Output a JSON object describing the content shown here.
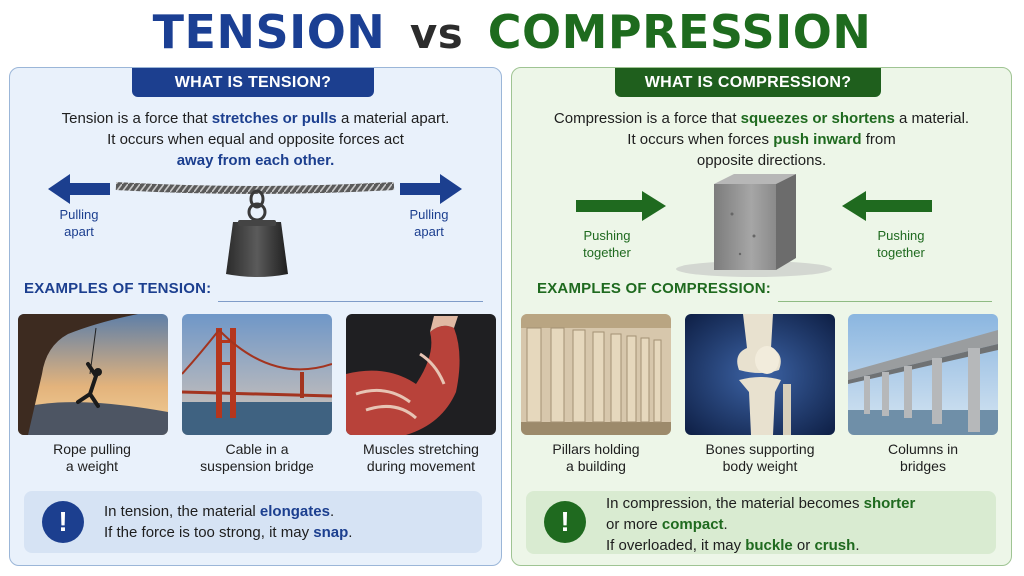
{
  "title": {
    "tension": "TENSION",
    "vs": "vs",
    "compression": "COMPRESSION"
  },
  "colors": {
    "tension_primary": "#1c3f8f",
    "compression_primary": "#1f6a1f"
  },
  "tension": {
    "header": "WHAT IS TENSION?",
    "def_a": "Tension is a force that ",
    "def_b": "stretches or pulls",
    "def_c": " a material apart.",
    "def_d": "It occurs when equal and opposite forces act",
    "def_e": "away from each other.",
    "left_label_1": "Pulling",
    "left_label_2": "apart",
    "right_label_1": "Pulling",
    "right_label_2": "apart",
    "examples_heading": "EXAMPLES OF TENSION:",
    "examples": [
      {
        "line1": "Rope pulling",
        "line2": "a weight"
      },
      {
        "line1": "Cable in a",
        "line2": "suspension bridge"
      },
      {
        "line1": "Muscles stretching",
        "line2": "during movement"
      }
    ],
    "note_icon": "!",
    "note_a": "In tension, the material ",
    "note_b": "elongates",
    "note_c": ".",
    "note_d": "If the force is too strong, it may ",
    "note_e": "snap",
    "note_f": "."
  },
  "compression": {
    "header": "WHAT IS COMPRESSION?",
    "def_a": "Compression is a force that ",
    "def_b": "squeezes or shortens",
    "def_c": " a material.",
    "def_d": "It occurs when forces ",
    "def_e": "push inward",
    "def_f": " from",
    "def_g": "opposite directions.",
    "left_label_1": "Pushing",
    "left_label_2": "together",
    "right_label_1": "Pushing",
    "right_label_2": "together",
    "examples_heading": "EXAMPLES OF COMPRESSION:",
    "examples": [
      {
        "line1": "Pillars holding",
        "line2": "a building"
      },
      {
        "line1": "Bones supporting",
        "line2": "body weight"
      },
      {
        "line1": "Columns in",
        "line2": "bridges"
      }
    ],
    "note_icon": "!",
    "note_a": "In compression, the material becomes ",
    "note_b": "shorter",
    "note_c": "or more ",
    "note_d": "compact",
    "note_e": ".",
    "note_f": "If overloaded, it may ",
    "note_g": "buckle",
    "note_h": " or ",
    "note_i": "crush",
    "note_j": "."
  }
}
